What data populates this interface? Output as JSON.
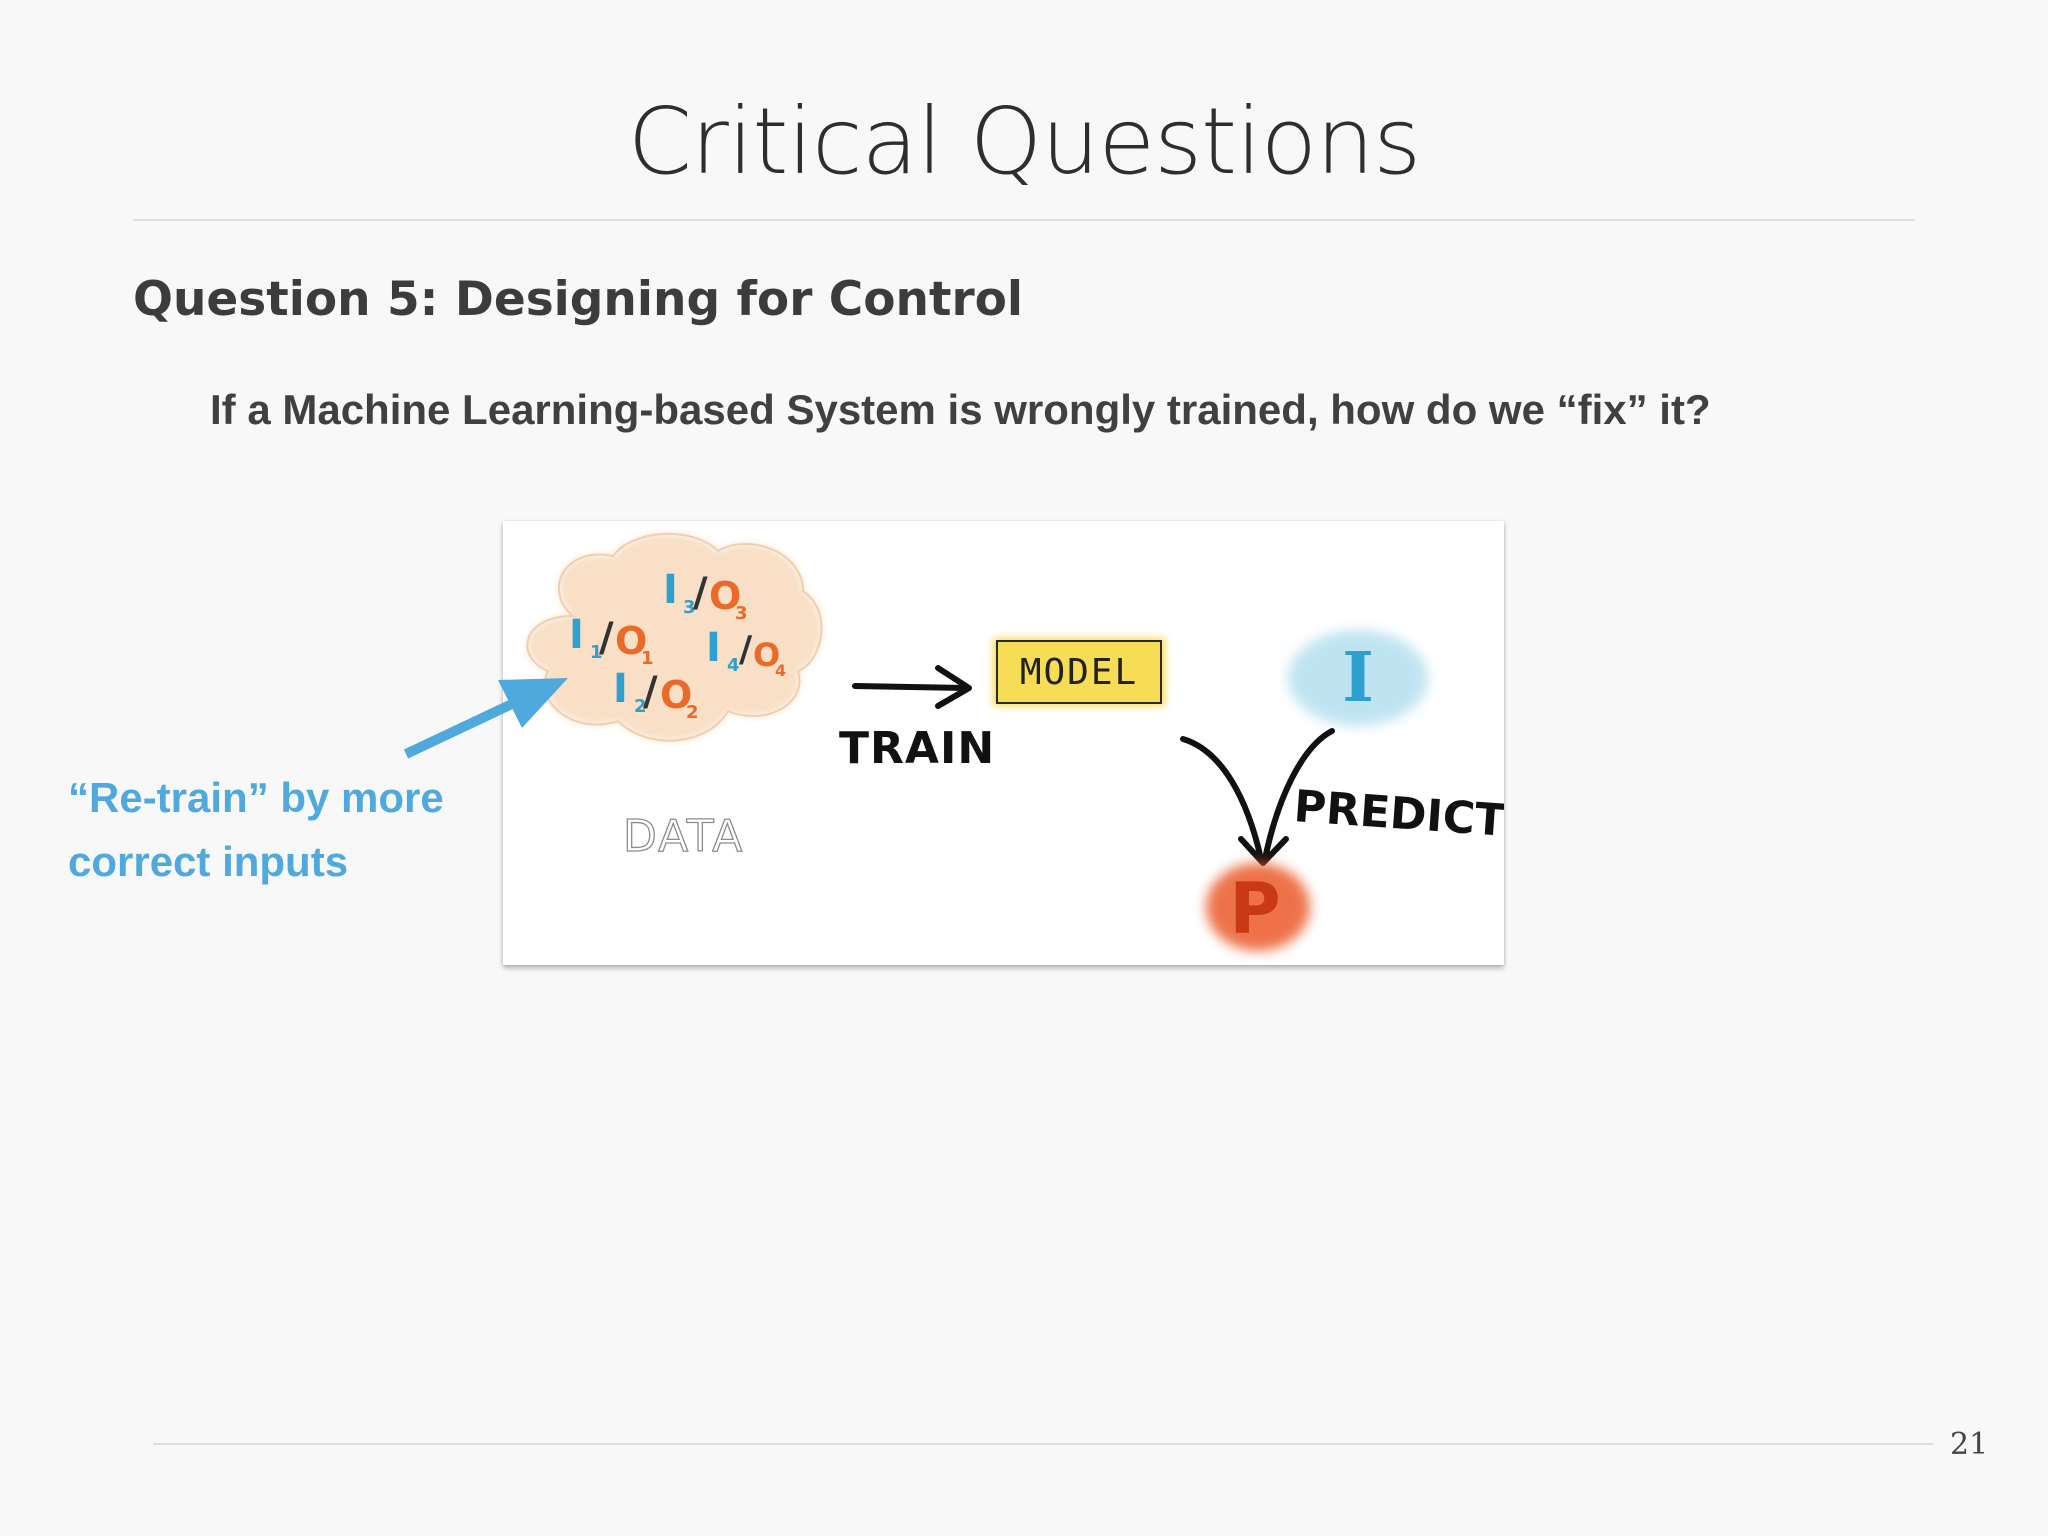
{
  "slide": {
    "title": "Critical Questions",
    "subtitle": "Question 5: Designing for Control",
    "question": "If a Machine Learning-based System is wrongly trained, how do we “fix” it?",
    "annotation_line1": "“Re-train” by more",
    "annotation_line2": "correct inputs",
    "page_number": "21"
  },
  "diagram": {
    "data_pairs": [
      {
        "input": "I",
        "input_sub": "3",
        "output": "O",
        "output_sub": "3"
      },
      {
        "input": "I",
        "input_sub": "1",
        "output": "O",
        "output_sub": "1"
      },
      {
        "input": "I",
        "input_sub": "4",
        "output": "O",
        "output_sub": "4"
      },
      {
        "input": "I",
        "input_sub": "2",
        "output": "O",
        "output_sub": "2"
      }
    ],
    "data_label": "DATA",
    "train_label": "TRAIN",
    "model_label": "MODEL",
    "input_label": "I",
    "predict_label": "PREDICT",
    "prediction_label": "P"
  },
  "colors": {
    "annotation": "#4fa9dc",
    "input_blue": "#2f9fcf",
    "output_orange": "#ea6a2a",
    "cloud_fill": "#f9e2cc",
    "model_fill": "#f7dc55",
    "input_bubble": "#bfe4f1",
    "prediction_bubble": "#ea5a2a"
  }
}
